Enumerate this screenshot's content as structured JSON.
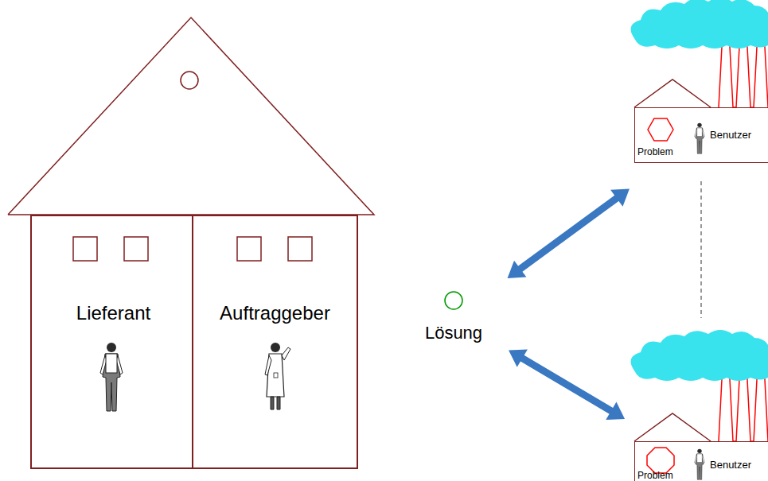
{
  "diagram": {
    "nodes": [
      {
        "text": [
          "Lieferant"
        ]
      },
      {
        "text": [
          "Auftraggeber"
        ]
      },
      {
        "text": [
          "Lösung"
        ]
      },
      {
        "text": [
          "Benutzer",
          "Problem"
        ]
      },
      {
        "text": [
          "Benutzer",
          "Problem"
        ]
      }
    ],
    "edges": [
      {
        "from": 2,
        "to": 3,
        "arrow": "both"
      },
      {
        "from": 2,
        "to": 4,
        "arrow": "both"
      }
    ]
  }
}
